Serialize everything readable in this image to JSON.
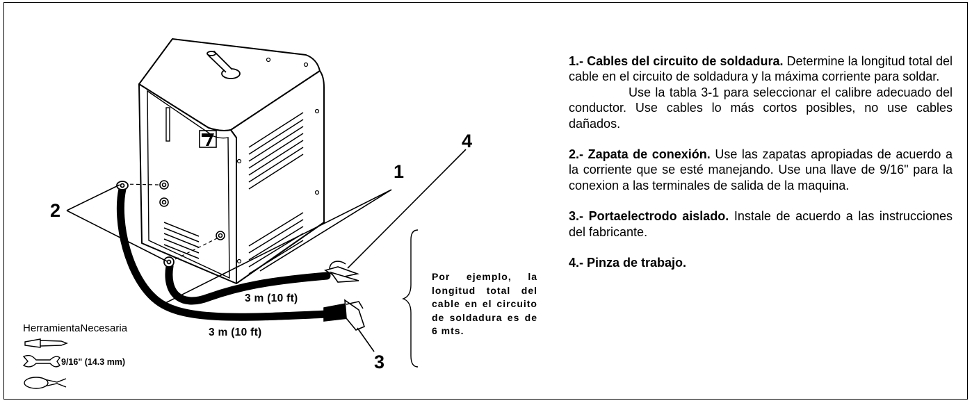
{
  "callouts": {
    "c1": "1",
    "c2": "2",
    "c3": "3",
    "c4": "4"
  },
  "lengths": {
    "upper": "3 m (10 ft)",
    "lower": "3 m (10 ft)"
  },
  "tools": {
    "title": "HerramientaNecesaria",
    "wrench_size": "9/16\" (14.3 mm)"
  },
  "example": "Por ejemplo, la longitud total del cable en el circuito de soldadura es de 6 mts.",
  "items": [
    {
      "title": "1.- Cables del circuito de soldadura.",
      "text": "Determine la longitud total del cable en el circuito de soldadura y la máxima corriente para soldar."
    },
    {
      "text": "Use la tabla 3-1 para seleccionar el calibre adecuado del conductor. Use cables lo más cortos posibles, no use cables dañados."
    },
    {
      "title": "2.- Zapata de conexión.",
      "text": "Use las zapatas apropiadas de acuerdo a la corriente que se esté manejando. Use una llave de 9/16\" para la conexion a las terminales de salida de la maquina."
    },
    {
      "title": "3.- Portaelectrodo aislado.",
      "text": "Instale de acuerdo a las instrucciones del fabricante."
    },
    {
      "title": "4.- Pinza de trabajo."
    }
  ]
}
